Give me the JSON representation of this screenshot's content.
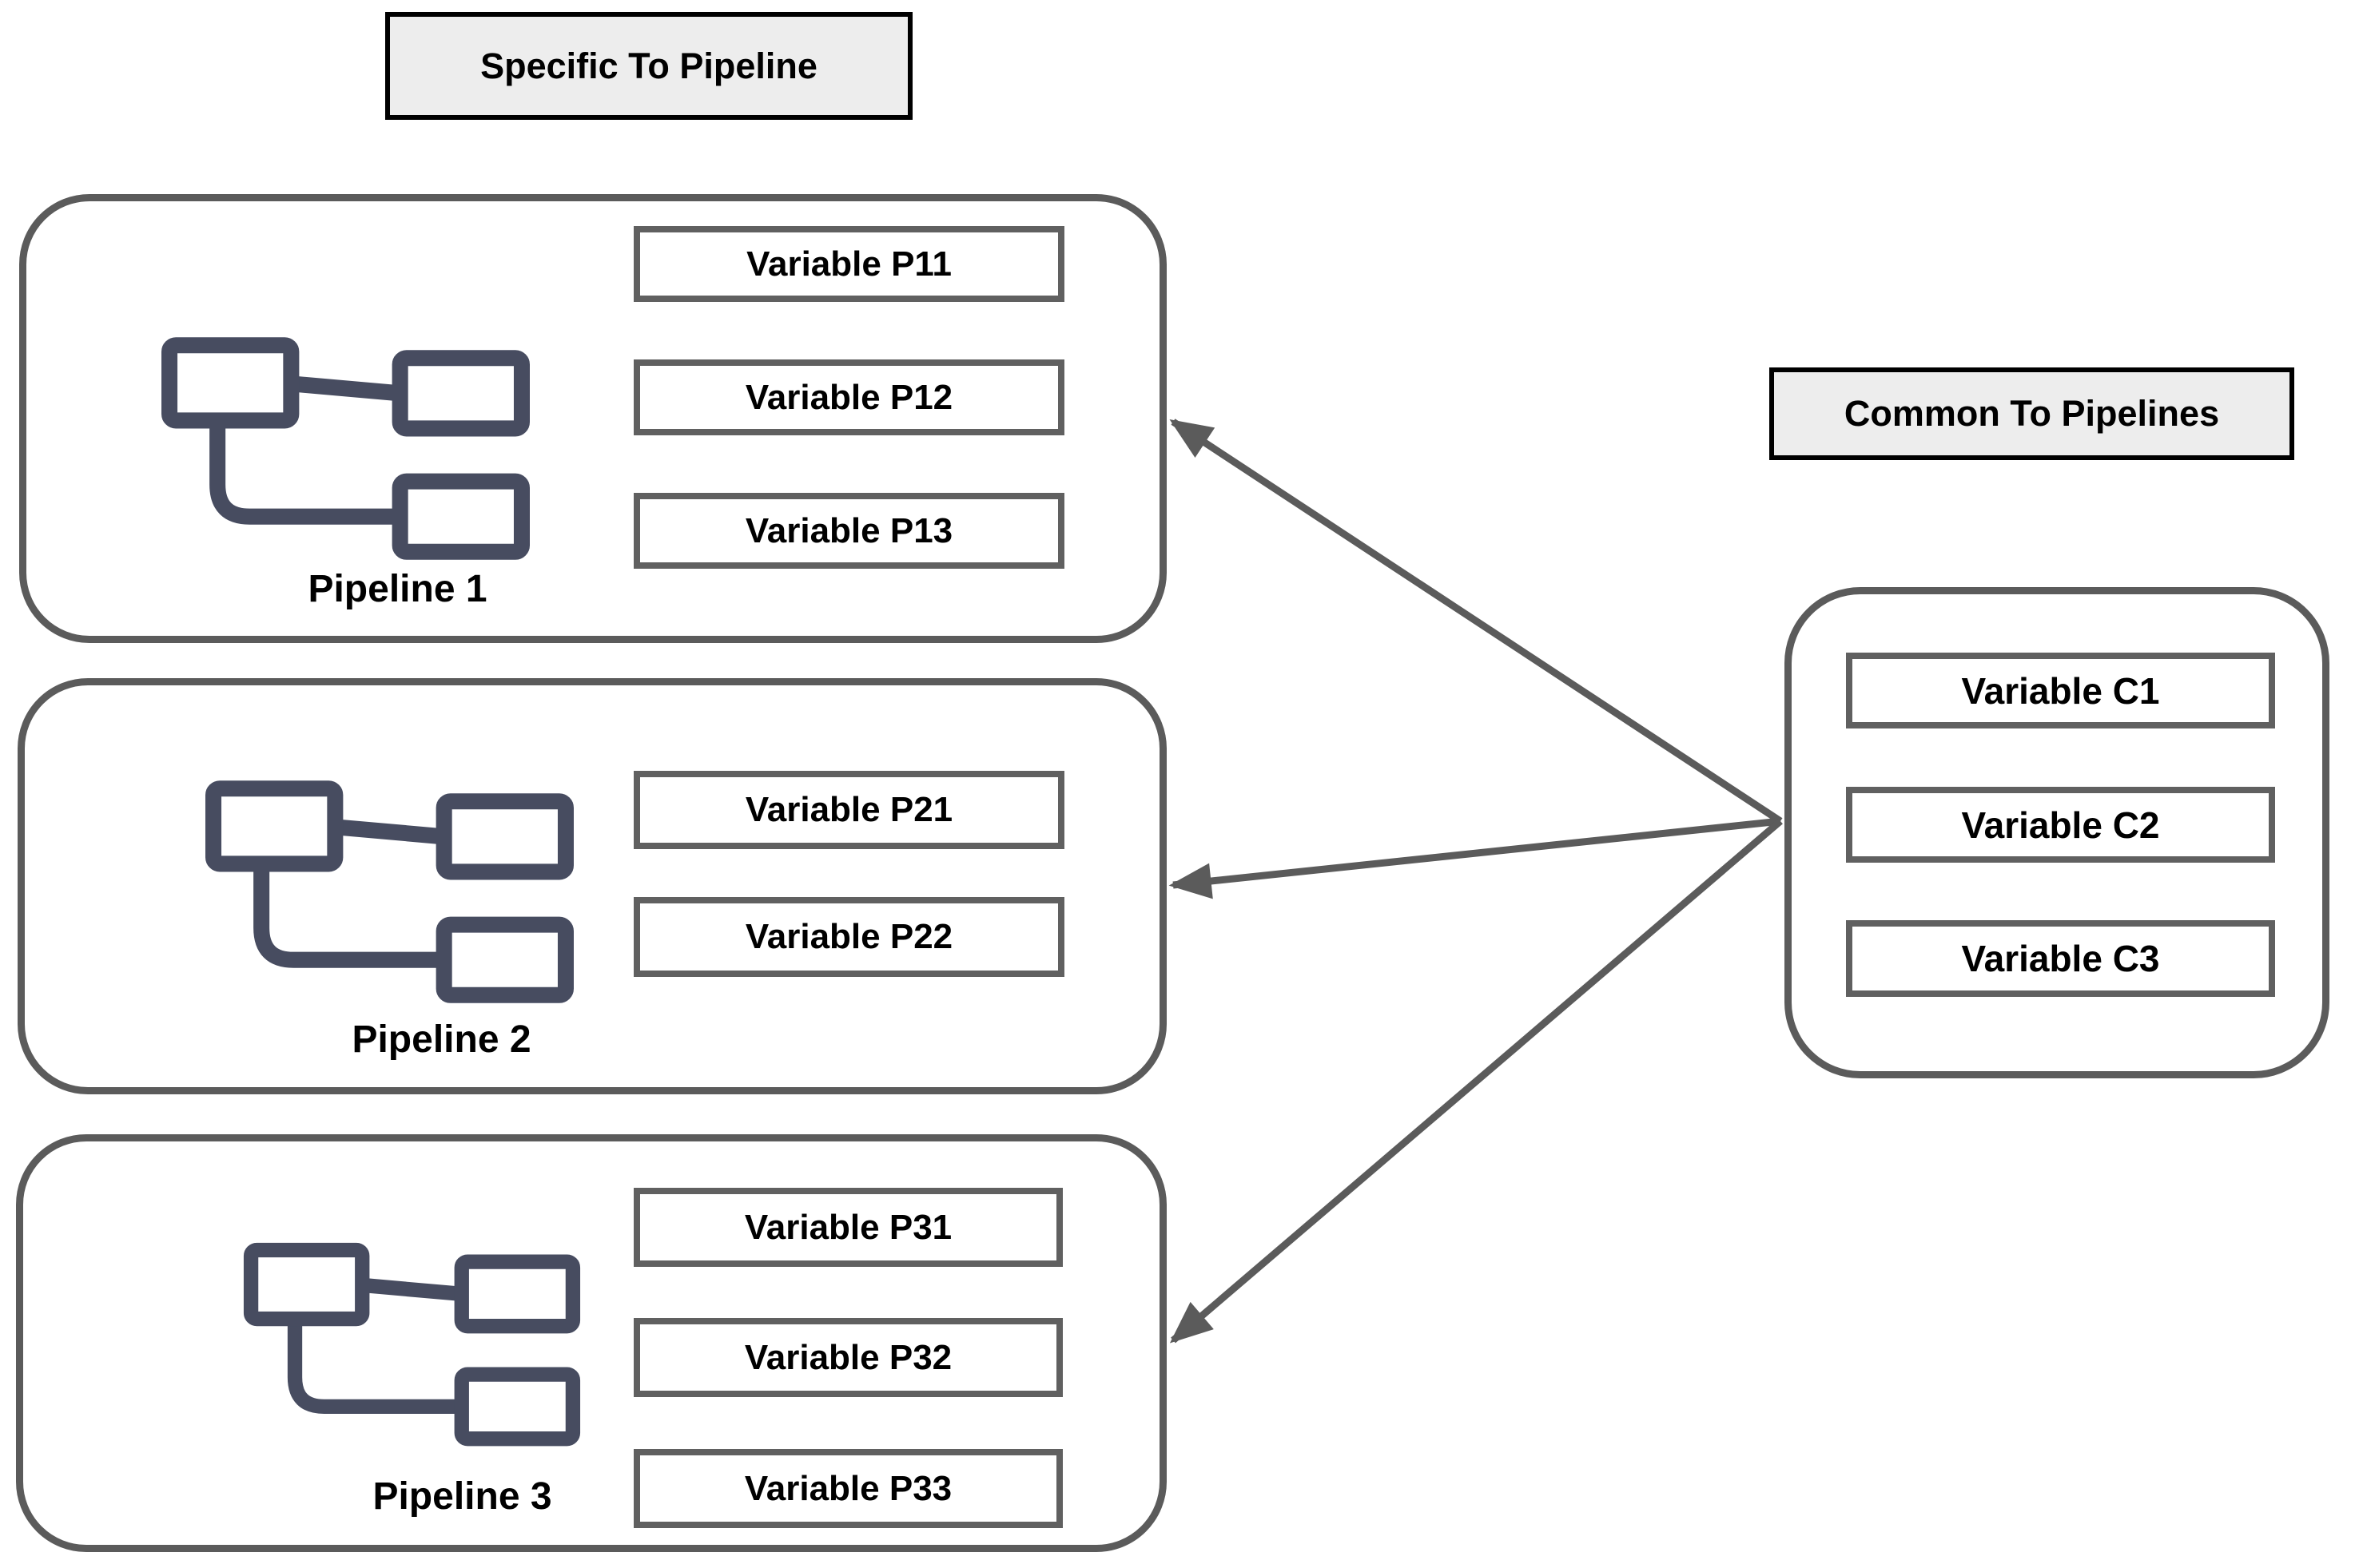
{
  "diagram": {
    "titles": {
      "specific": "Specific To Pipeline",
      "common": "Common To Pipelines"
    },
    "pipelines": [
      {
        "label": "Pipeline 1",
        "variables": [
          "Variable P11",
          "Variable P12",
          "Variable P13"
        ]
      },
      {
        "label": "Pipeline 2",
        "variables": [
          "Variable P21",
          "Variable P22"
        ]
      },
      {
        "label": "Pipeline 3",
        "variables": [
          "Variable P31",
          "Variable P32",
          "Variable P33"
        ]
      }
    ],
    "common_group": {
      "variables": [
        "Variable C1",
        "Variable C2",
        "Variable C3"
      ]
    },
    "arrows": [
      {
        "from": "common-group",
        "to": "pipeline-1"
      },
      {
        "from": "common-group",
        "to": "pipeline-2"
      },
      {
        "from": "common-group",
        "to": "pipeline-3"
      }
    ],
    "icons": {
      "pipeline_icon": "flow-diagram-icon"
    },
    "colors": {
      "container_border": "#5b5b5b",
      "variable_border": "#606060",
      "title_fill": "#ededed",
      "title_border": "#000000",
      "arrow": "#5b5b5b",
      "icon": "#474c60",
      "text": "#000000",
      "background": "#ffffff"
    }
  }
}
